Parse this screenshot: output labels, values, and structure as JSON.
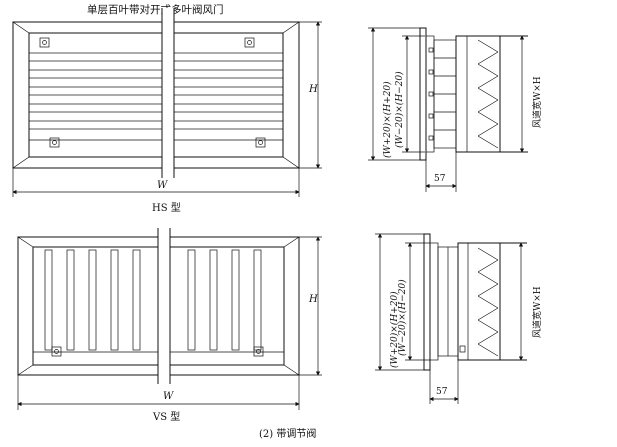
{
  "diagram": {
    "top_title": "单层百叶带对开式多叶阀风门",
    "hs": {
      "caption": "HS 型",
      "dim_w": "W",
      "dim_h": "H",
      "side_outer": "(W+20)×(H+20)",
      "side_inner": "(W−20)×(H−20)",
      "side_duct": "风道宽W×H",
      "side_depth": "57"
    },
    "vs": {
      "caption": "VS 型",
      "dim_w": "W",
      "dim_h": "H",
      "side_outer": "(W+20)×(H+20)",
      "side_inner": "(W−20)×(H−20)",
      "side_duct": "风道宽W×H",
      "side_depth": "57"
    },
    "bottom_caption": "(2)  带调节阀"
  }
}
